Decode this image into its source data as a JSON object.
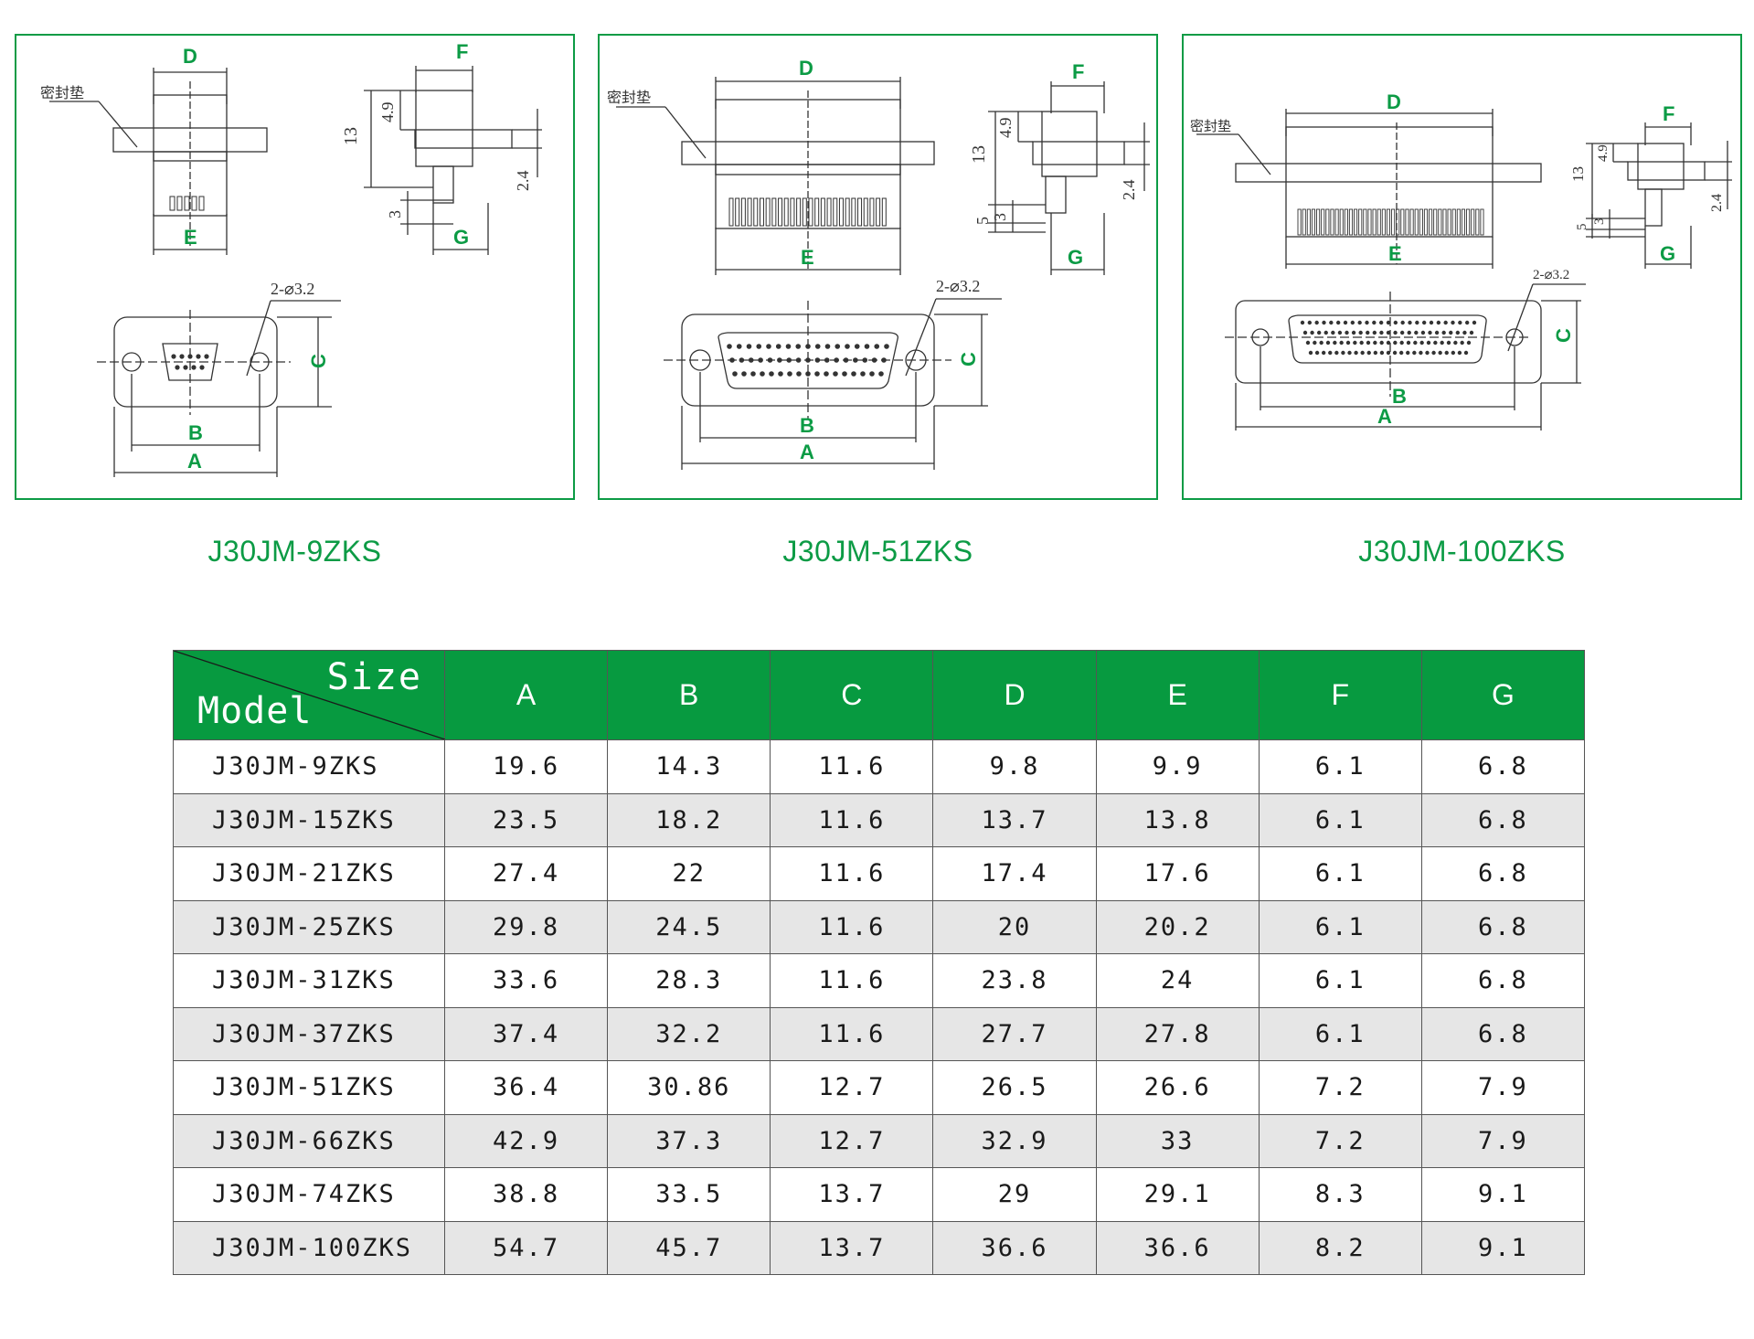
{
  "drawing_labels": {
    "dim_a": "A",
    "dim_b": "B",
    "dim_c": "C",
    "dim_d": "D",
    "dim_e": "E",
    "dim_f": "F",
    "dim_g": "G",
    "seal_gasket": "密封垫",
    "holes": "2-⌀3.2",
    "side_13": "13",
    "side_4_9": "4.9",
    "side_2_4": "2.4",
    "side_3": "3",
    "side_5": "5"
  },
  "panels": [
    {
      "model": "J30JM-9ZKS",
      "pins": 9
    },
    {
      "model": "J30JM-51ZKS",
      "pins": 51
    },
    {
      "model": "J30JM-100ZKS",
      "pins": 100
    }
  ],
  "table": {
    "corner_size": "Size",
    "corner_model": "Model",
    "columns": [
      "A",
      "B",
      "C",
      "D",
      "E",
      "F",
      "G"
    ],
    "rows": [
      {
        "model": "J30JM-9ZKS",
        "values": [
          "19.6",
          "14.3",
          "11.6",
          "9.8",
          "9.9",
          "6.1",
          "6.8"
        ]
      },
      {
        "model": "J30JM-15ZKS",
        "values": [
          "23.5",
          "18.2",
          "11.6",
          "13.7",
          "13.8",
          "6.1",
          "6.8"
        ]
      },
      {
        "model": "J30JM-21ZKS",
        "values": [
          "27.4",
          "22",
          "11.6",
          "17.4",
          "17.6",
          "6.1",
          "6.8"
        ]
      },
      {
        "model": "J30JM-25ZKS",
        "values": [
          "29.8",
          "24.5",
          "11.6",
          "20",
          "20.2",
          "6.1",
          "6.8"
        ]
      },
      {
        "model": "J30JM-31ZKS",
        "values": [
          "33.6",
          "28.3",
          "11.6",
          "23.8",
          "24",
          "6.1",
          "6.8"
        ]
      },
      {
        "model": "J30JM-37ZKS",
        "values": [
          "37.4",
          "32.2",
          "11.6",
          "27.7",
          "27.8",
          "6.1",
          "6.8"
        ]
      },
      {
        "model": "J30JM-51ZKS",
        "values": [
          "36.4",
          "30.86",
          "12.7",
          "26.5",
          "26.6",
          "7.2",
          "7.9"
        ]
      },
      {
        "model": "J30JM-66ZKS",
        "values": [
          "42.9",
          "37.3",
          "12.7",
          "32.9",
          "33",
          "7.2",
          "7.9"
        ]
      },
      {
        "model": "J30JM-74ZKS",
        "values": [
          "38.8",
          "33.5",
          "13.7",
          "29",
          "29.1",
          "8.3",
          "9.1"
        ]
      },
      {
        "model": "J30JM-100ZKS",
        "values": [
          "54.7",
          "45.7",
          "13.7",
          "36.6",
          "36.6",
          "8.2",
          "9.1"
        ]
      }
    ]
  },
  "colors": {
    "accent": "#0c9b45",
    "header_bg": "#079a40",
    "zebra": "#e6e6e6"
  }
}
